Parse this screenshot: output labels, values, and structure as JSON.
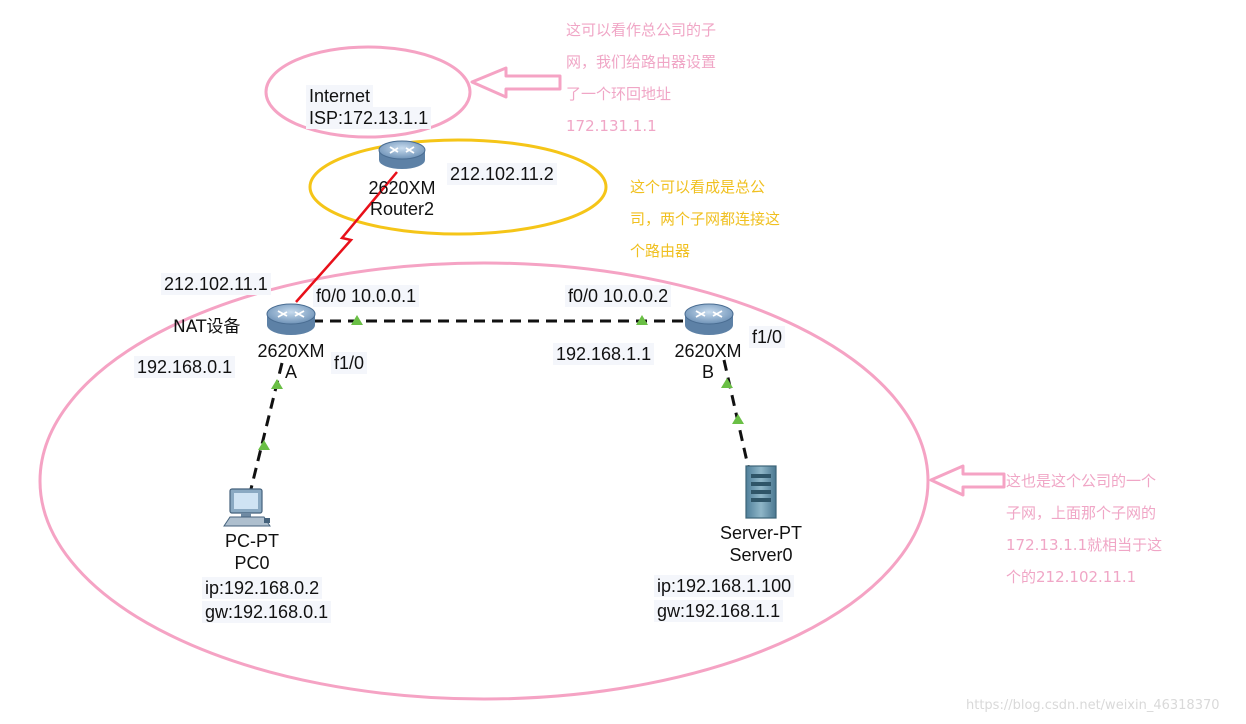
{
  "colors": {
    "pink": "#f5a3c4",
    "pink_text": "#f0a6c6",
    "yellow": "#f5c518",
    "yellow_text": "#f0c020",
    "red_link": "#e8101a",
    "link_dot": "#6abf45"
  },
  "internet": {
    "line1": "Internet",
    "line2": "ISP:172.13.1.1"
  },
  "router2": {
    "icon": "router-icon",
    "model": "2620XM",
    "name": "Router2",
    "ip": "212.102.11.2"
  },
  "router_a": {
    "icon": "router-icon",
    "model": "2620XM",
    "name": "A",
    "wan_ip": "212.102.11.1",
    "nat_label": "NAT设备",
    "lan_ip": "192.168.0.1",
    "port_f0": "f0/0 10.0.0.1",
    "port_f1": "f1/0"
  },
  "router_b": {
    "icon": "router-icon",
    "model": "2620XM",
    "name": "B",
    "port_f0": "f0/0 10.0.0.2",
    "lan_ip": "192.168.1.1",
    "port_f1": "f1/0"
  },
  "pc0": {
    "icon": "pc-icon",
    "type": "PC-PT",
    "name": "PC0",
    "ip": "ip:192.168.0.2",
    "gw": "gw:192.168.0.1"
  },
  "server0": {
    "icon": "server-icon",
    "type": "Server-PT",
    "name": "Server0",
    "ip": "ip:192.168.1.100",
    "gw": "gw:192.168.1.1"
  },
  "notes": {
    "top": [
      "这可以看作总公司的子",
      "网，我们给路由器设置",
      "了一个环回地址",
      "172.131.1.1"
    ],
    "middle": [
      "这个可以看成是总公",
      "司，两个子网都连接这",
      "个路由器"
    ],
    "right": [
      "这也是这个公司的一个",
      "子网，上面那个子网的",
      "172.13.1.1就相当于这",
      "个的212.102.11.1"
    ]
  },
  "watermark": "https://blog.csdn.net/weixin_46318370"
}
